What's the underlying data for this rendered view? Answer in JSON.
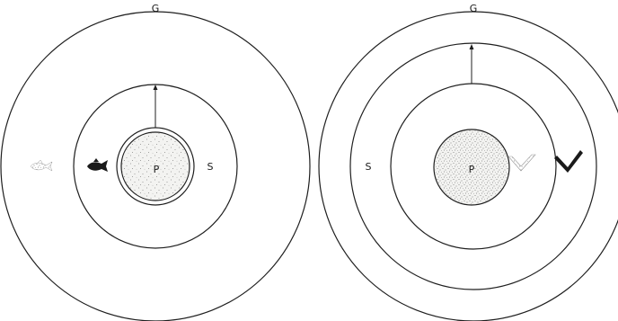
{
  "figure": {
    "panels": [
      {
        "id": "left",
        "outer_label": "G",
        "middle_label": "S",
        "center_label": "P",
        "animals": [
          {
            "name": "faint-fish-icon",
            "kind": "fish",
            "shade": "faint"
          },
          {
            "name": "dark-fish-icon",
            "kind": "fish",
            "shade": "dark"
          }
        ]
      },
      {
        "id": "right",
        "outer_label": "G",
        "middle_label": "S",
        "center_label": "P",
        "animals": [
          {
            "name": "faint-chevron-icon",
            "kind": "chevron",
            "shade": "faint"
          },
          {
            "name": "dark-chevron-icon",
            "kind": "chevron",
            "shade": "dark"
          }
        ]
      }
    ],
    "colors": {
      "line": "#1f1f1f",
      "faint_line": "#8a8a8a",
      "stipple": "#7a7a7a",
      "center_fill": "#f3f3f1",
      "dark_animal": "#1a1a1a"
    }
  }
}
